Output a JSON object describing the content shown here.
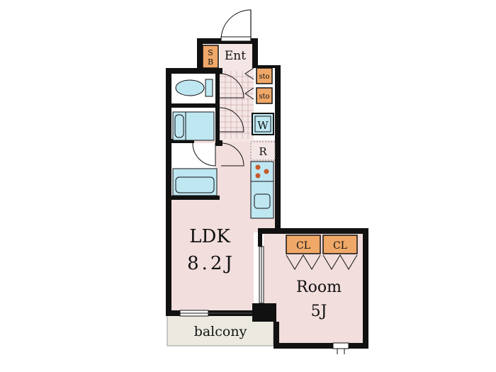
{
  "colors": {
    "wall": "#111111",
    "floor": "#f2dedd",
    "fixture": "#bfe7f2",
    "storage": "#f0a868",
    "balcony": "#ece9e0",
    "tile": "#f5e6e6"
  },
  "rooms": {
    "ldk": {
      "name": "LDK",
      "size": "8.2J"
    },
    "room": {
      "name": "Room",
      "size": "5J"
    },
    "balcony": {
      "name": "balcony"
    },
    "entrance": {
      "name": "Ent"
    },
    "shoe_box": {
      "line1": "S",
      "line2": "B"
    },
    "storage_1": {
      "name": "sto"
    },
    "storage_2": {
      "name": "sto"
    },
    "washer": {
      "name": "W"
    },
    "fridge": {
      "name": "R"
    },
    "closet_1": {
      "name": "CL"
    },
    "closet_2": {
      "name": "CL"
    }
  },
  "icons": [
    "toilet-icon",
    "washbasin-icon",
    "bathtub-icon",
    "stove-icon",
    "sink-icon",
    "door-swing-icon"
  ]
}
